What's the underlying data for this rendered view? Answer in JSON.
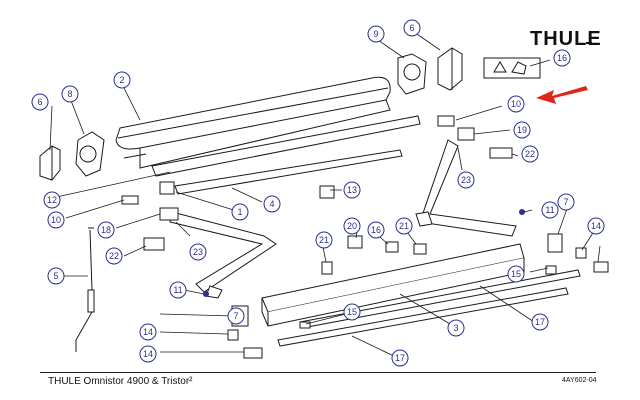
{
  "header": {
    "brand": "THULE"
  },
  "footer": {
    "title": "THULE Omnistor 4900 & Tristor²",
    "doc_code": "4AY602-04"
  },
  "callouts": [
    {
      "num": "1"
    },
    {
      "num": "2"
    },
    {
      "num": "3"
    },
    {
      "num": "4"
    },
    {
      "num": "5"
    },
    {
      "num": "6"
    },
    {
      "num": "6"
    },
    {
      "num": "7"
    },
    {
      "num": "7"
    },
    {
      "num": "8"
    },
    {
      "num": "9"
    },
    {
      "num": "10"
    },
    {
      "num": "10"
    },
    {
      "num": "11"
    },
    {
      "num": "11"
    },
    {
      "num": "12"
    },
    {
      "num": "13"
    },
    {
      "num": "14"
    },
    {
      "num": "14"
    },
    {
      "num": "14"
    },
    {
      "num": "15"
    },
    {
      "num": "15"
    },
    {
      "num": "16"
    },
    {
      "num": "16"
    },
    {
      "num": "17"
    },
    {
      "num": "17"
    },
    {
      "num": "18"
    },
    {
      "num": "19"
    },
    {
      "num": "20"
    },
    {
      "num": "21"
    },
    {
      "num": "21"
    },
    {
      "num": "22"
    },
    {
      "num": "22"
    },
    {
      "num": "23"
    },
    {
      "num": "23"
    }
  ],
  "colors": {
    "callout": "#2b2f8f",
    "arrow": "#e0261b",
    "line": "#1a1a1a"
  }
}
